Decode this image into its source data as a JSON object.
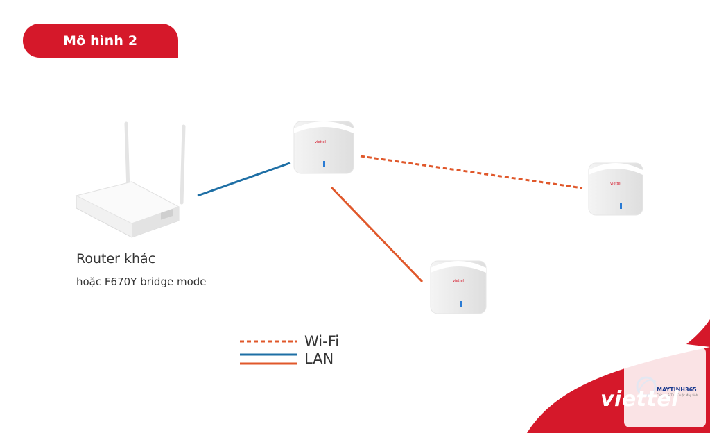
{
  "header": {
    "badge_label": "Mô hình 2"
  },
  "router": {
    "label": "Router khác",
    "sublabel": "hoặc F670Y bridge mode"
  },
  "legend": {
    "wifi": {
      "label": "Wi-Fi",
      "color": "#e0582b"
    },
    "lan_blue": {
      "color": "#1e6fa5"
    },
    "lan": {
      "label": "LAN",
      "color": "#e0582b"
    }
  },
  "colors": {
    "accent_red": "#d5182a",
    "lan_blue": "#1e6fa5",
    "lan_orange": "#e0582b"
  },
  "brand": {
    "name": "viettel"
  },
  "watermark": {
    "title": "MAYTINH365",
    "tagline": "Chia sẻ & Thủ Thuật Máy tính"
  }
}
